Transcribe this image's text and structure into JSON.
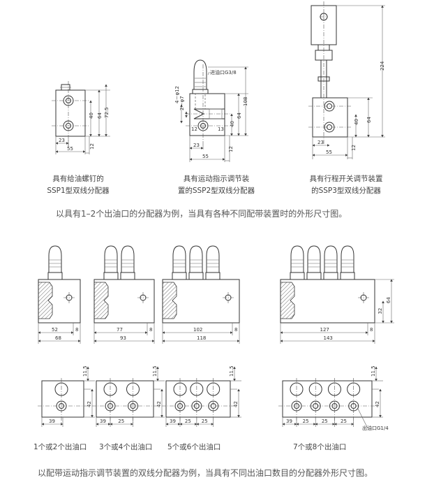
{
  "top_figures": {
    "ssp1": {
      "caption_line1": "具有给油螺钉的",
      "caption_line2": "SSP1型双线分配器",
      "dims": {
        "h1": "72.5",
        "h2": "64",
        "h3": "40",
        "w1": "23",
        "w2": "55",
        "b": "12"
      }
    },
    "ssp2": {
      "caption_line1": "具有运动指示调节装",
      "caption_line2": "置的SSP2型双线分配器",
      "inlet": "进油口G3/8",
      "dims": {
        "h1": "108",
        "h2": "64",
        "h3": "40",
        "phi12": "4－φ12",
        "phi7": "2－φ7",
        "w1": "23",
        "w2": "55",
        "b": "12",
        "c1": "12",
        "c2": "13"
      }
    },
    "ssp3": {
      "caption_line1": "具有行程开关调节装置",
      "caption_line2": "的SSP3型双线分配器",
      "dims": {
        "h1": "224",
        "h2": "64",
        "h3": "40",
        "w1": "23",
        "w2": "55",
        "b": "12"
      }
    },
    "summary": "以具有1–2个出油口的分配器为例，当具有各种不同配带装置时的外形尺寸图。"
  },
  "side_views": [
    {
      "w": "52",
      "tw": "68",
      "b": "8"
    },
    {
      "w": "77",
      "tw": "93",
      "b": "8"
    },
    {
      "w": "102",
      "tw": "118",
      "b": "8"
    },
    {
      "w": "127",
      "tw": "143",
      "b": "8",
      "h1": "64",
      "h2": "32"
    }
  ],
  "plan_views": [
    {
      "caption": "1个或2个出油口",
      "dims": [
        "39"
      ],
      "h": "42",
      "t": "11.5"
    },
    {
      "caption": "3个或4个出油口",
      "dims": [
        "39",
        "25"
      ],
      "h": "42",
      "t": "11.5"
    },
    {
      "caption": "5个或6个出油口",
      "dims": [
        "39",
        "25",
        "25"
      ],
      "h": "42",
      "t": "11.5"
    },
    {
      "caption": "7个或8个出油口",
      "dims": [
        "39",
        "25",
        "25",
        "25"
      ],
      "h": "42",
      "t": "11.5",
      "outlet": "出油口G1/4"
    }
  ],
  "bottom_summary": "以配带运动指示调节装置的双线分配器为例，当具有不同出油口数目的分配器外形尺寸图。"
}
